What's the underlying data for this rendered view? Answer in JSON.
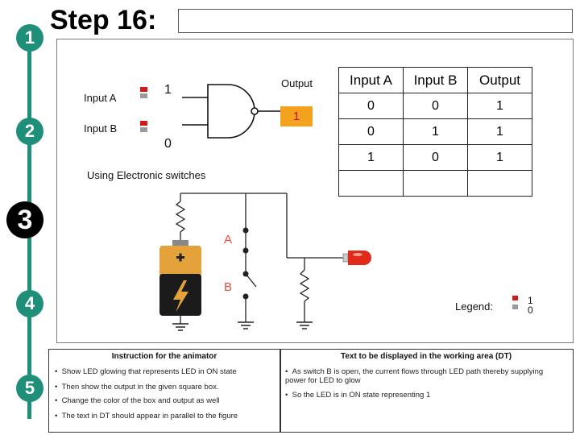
{
  "header": {
    "title": "Step 16:"
  },
  "steps": [
    "1",
    "2",
    "3",
    "4",
    "5"
  ],
  "active_step": "3",
  "gate_diagram": {
    "input_a_label": "Input A",
    "input_b_label": "Input B",
    "input_a_value": "1",
    "input_b_value": "0",
    "output_label": "Output",
    "output_value": "1",
    "colors": {
      "output_box": "#f4a11e",
      "output_text": "#c0121a",
      "switch_on": "#d11a1a",
      "switch_off": "#9a9a9a"
    }
  },
  "truth_table": {
    "headers": [
      "Input A",
      "Input B",
      "Output"
    ],
    "rows": [
      [
        "0",
        "0",
        "1"
      ],
      [
        "0",
        "1",
        "1"
      ],
      [
        "1",
        "0",
        "1"
      ],
      [
        "",
        "",
        ""
      ]
    ]
  },
  "circuit": {
    "caption": "Using Electronic switches",
    "switch_a_label": "A",
    "switch_b_label": "B",
    "legend_label": "Legend:",
    "legend_on": "1",
    "legend_off": "0",
    "colors": {
      "switch_labels": "#e8473a",
      "led": "#e02a1a",
      "rail": "#1f8f79"
    }
  },
  "instructions": {
    "left_header": "Instruction for the animator",
    "left_items": [
      "Show LED glowing that represents LED in ON state",
      "Then show the output in the given square box.",
      "Change the color of the box and output as well",
      "The text in DT should appear  in parallel to the figure"
    ],
    "right_header": "Text to be displayed in the working area (DT)",
    "right_items": [
      "As switch B is open, the current flows through LED path thereby supplying power for LED to glow",
      "So the LED is in ON state representing 1"
    ]
  }
}
